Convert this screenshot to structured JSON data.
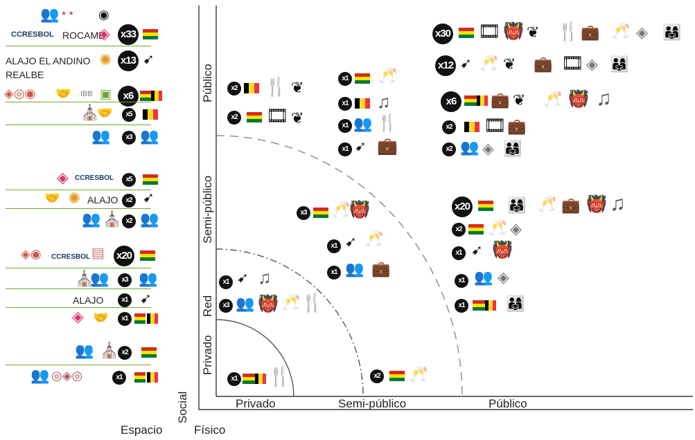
{
  "colors": {
    "bolivia": [
      "#d52b1e",
      "#f9e300",
      "#007934"
    ],
    "belgium": [
      "#000000",
      "#fdda24",
      "#ef3340"
    ],
    "legend_line": "#6fa52f",
    "dash_arc": "#888888"
  },
  "axes": {
    "bottom": [
      "Privado",
      "Semi-público",
      "Público"
    ],
    "left": [
      "Privado",
      "Red",
      "Semi-público",
      "Público"
    ],
    "corner_x": "Espacio",
    "corner_y": "Social",
    "physical": "Físico"
  },
  "legend": {
    "rows": [
      {
        "text": "ROCAMB",
        "badge": "x33",
        "logo": "CCRESBOL"
      },
      {
        "text": "ALAJO EL ANDINO",
        "text2": "REALBE",
        "badge": "x13"
      },
      {
        "badge": "x6"
      },
      {
        "badge": "x5"
      },
      {
        "badge": "x3"
      },
      {
        "badge": "x5",
        "logo": "CCRESBOL"
      },
      {
        "text": "ALAJO",
        "badge": "x2"
      },
      {
        "badge": "x2"
      },
      {
        "badge": "x20",
        "logo": "CCRESBOL"
      },
      {
        "badge": "x3"
      },
      {
        "text": "ALAJO",
        "badge": "x1"
      },
      {
        "badge": "x1"
      },
      {
        "badge": "x2"
      },
      {
        "badge": "x1"
      }
    ]
  },
  "badges": {
    "pub_pub_a": "x2",
    "pub_pub_b": "x2",
    "sp_pub_1": "x1",
    "sp_pub_2": "x1",
    "sp_pub_3": "x1",
    "sp_pub_4": "x1",
    "pp_1": "x30",
    "pp_2": "x12",
    "pp_3": "x6",
    "pp_4": "x2",
    "pp_5": "x2",
    "sp_sp_1": "x3",
    "sp_sp_2": "x1",
    "sp_sp_3": "x1",
    "pub_sp_1": "x20",
    "pub_sp_2": "x2",
    "pub_sp_3": "x1",
    "pub_sp_4": "x1",
    "pub_sp_5": "x1",
    "red_1": "x1",
    "red_2": "x3",
    "priv_1": "x1",
    "priv_2": "x2"
  }
}
